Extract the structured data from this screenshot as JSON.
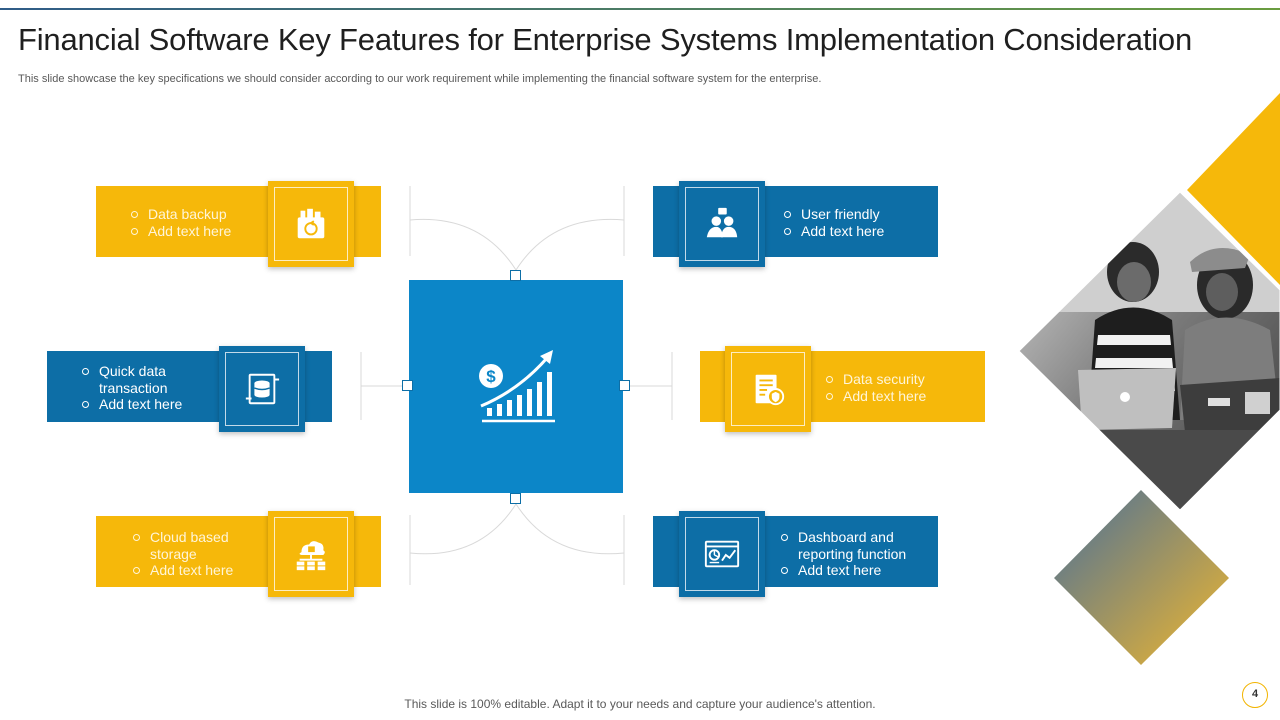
{
  "header": {
    "title": "Financial Software Key Features for Enterprise Systems Implementation Consideration",
    "subtitle": "This slide showcase the key specifications we should consider according to our work requirement while implementing the financial software system for the enterprise."
  },
  "features": {
    "data_backup": {
      "line1": "Data backup",
      "line2": "Add text here"
    },
    "quick_data": {
      "line1": "Quick data transaction",
      "line2": "Add text here"
    },
    "cloud": {
      "line1": "Cloud based storage",
      "line2": "Add text here"
    },
    "user_friendly": {
      "line1": "User friendly",
      "line2": "Add text here"
    },
    "data_security": {
      "line1": "Data security",
      "line2": "Add text here"
    },
    "dashboard": {
      "line1": "Dashboard and reporting function",
      "line2": "Add text here"
    }
  },
  "footer": {
    "text": "This slide is 100% editable. Adapt it to your needs and capture your audience's attention.",
    "page_number": "4"
  },
  "colors": {
    "yellow": "#f6b80a",
    "blue": "#0d6ea6",
    "center_blue": "#0c86c8",
    "gradient_start": "#496f9a",
    "gradient_end": "#f0b72e"
  },
  "icons": {
    "center": "financial-growth-icon",
    "data_backup": "backup-folder-icon",
    "quick_data": "database-transfer-icon",
    "cloud": "cloud-storage-icon",
    "user_friendly": "users-chat-icon",
    "data_security": "secure-document-icon",
    "dashboard": "dashboard-chart-icon"
  }
}
